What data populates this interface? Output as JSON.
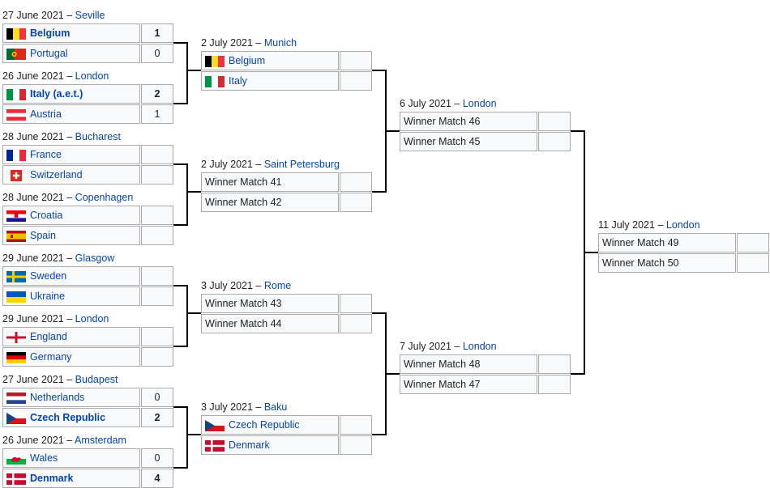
{
  "bracket": {
    "r16": [
      {
        "date": "27 June 2021",
        "venue": "Seville",
        "teams": [
          {
            "name": "Belgium",
            "score": "1",
            "winner": true,
            "flag": "belgium"
          },
          {
            "name": "Portugal",
            "score": "0",
            "winner": false,
            "flag": "portugal"
          }
        ]
      },
      {
        "date": "26 June 2021",
        "venue": "London",
        "teams": [
          {
            "name": "Italy (a.e.t.)",
            "score": "2",
            "winner": true,
            "flag": "italy"
          },
          {
            "name": "Austria",
            "score": "1",
            "winner": false,
            "flag": "austria"
          }
        ]
      },
      {
        "date": "28 June 2021",
        "venue": "Bucharest",
        "teams": [
          {
            "name": "France",
            "score": "",
            "winner": false,
            "flag": "france"
          },
          {
            "name": "Switzerland",
            "score": "",
            "winner": false,
            "flag": "switzerland"
          }
        ]
      },
      {
        "date": "28 June 2021",
        "venue": "Copenhagen",
        "teams": [
          {
            "name": "Croatia",
            "score": "",
            "winner": false,
            "flag": "croatia"
          },
          {
            "name": "Spain",
            "score": "",
            "winner": false,
            "flag": "spain"
          }
        ]
      },
      {
        "date": "29 June 2021",
        "venue": "Glasgow",
        "teams": [
          {
            "name": "Sweden",
            "score": "",
            "winner": false,
            "flag": "sweden"
          },
          {
            "name": "Ukraine",
            "score": "",
            "winner": false,
            "flag": "ukraine"
          }
        ]
      },
      {
        "date": "29 June 2021",
        "venue": "London",
        "teams": [
          {
            "name": "England",
            "score": "",
            "winner": false,
            "flag": "england"
          },
          {
            "name": "Germany",
            "score": "",
            "winner": false,
            "flag": "germany"
          }
        ]
      },
      {
        "date": "27 June 2021",
        "venue": "Budapest",
        "teams": [
          {
            "name": "Netherlands",
            "score": "0",
            "winner": false,
            "flag": "netherlands"
          },
          {
            "name": "Czech Republic",
            "score": "2",
            "winner": true,
            "flag": "czech"
          }
        ]
      },
      {
        "date": "26 June 2021",
        "venue": "Amsterdam",
        "teams": [
          {
            "name": "Wales",
            "score": "0",
            "winner": false,
            "flag": "wales"
          },
          {
            "name": "Denmark",
            "score": "4",
            "winner": true,
            "flag": "denmark"
          }
        ]
      }
    ],
    "qf": [
      {
        "date": "2 July 2021",
        "venue": "Munich",
        "teams": [
          {
            "name": "Belgium",
            "score": "",
            "flag": "belgium"
          },
          {
            "name": "Italy",
            "score": "",
            "flag": "italy"
          }
        ]
      },
      {
        "date": "2 July 2021",
        "venue": "Saint Petersburg",
        "teams": [
          {
            "name": "Winner Match 41",
            "score": ""
          },
          {
            "name": "Winner Match 42",
            "score": ""
          }
        ]
      },
      {
        "date": "3 July 2021",
        "venue": "Rome",
        "teams": [
          {
            "name": "Winner Match 43",
            "score": ""
          },
          {
            "name": "Winner Match 44",
            "score": ""
          }
        ]
      },
      {
        "date": "3 July 2021",
        "venue": "Baku",
        "teams": [
          {
            "name": "Czech Republic",
            "score": "",
            "flag": "czech"
          },
          {
            "name": "Denmark",
            "score": "",
            "flag": "denmark"
          }
        ]
      }
    ],
    "sf": [
      {
        "date": "6 July 2021",
        "venue": "London",
        "teams": [
          {
            "name": "Winner Match 46",
            "score": ""
          },
          {
            "name": "Winner Match 45",
            "score": ""
          }
        ]
      },
      {
        "date": "7 July 2021",
        "venue": "London",
        "teams": [
          {
            "name": "Winner Match 48",
            "score": ""
          },
          {
            "name": "Winner Match 47",
            "score": ""
          }
        ]
      }
    ],
    "final": [
      {
        "date": "11 July 2021",
        "venue": "London",
        "teams": [
          {
            "name": "Winner Match 49",
            "score": ""
          },
          {
            "name": "Winner Match 50",
            "score": ""
          }
        ]
      }
    ]
  },
  "colors": {
    "link": "#0645ad",
    "cell_bg": "#f8f9fa",
    "border": "#aaaaaa",
    "bracket_line": "#000000"
  }
}
